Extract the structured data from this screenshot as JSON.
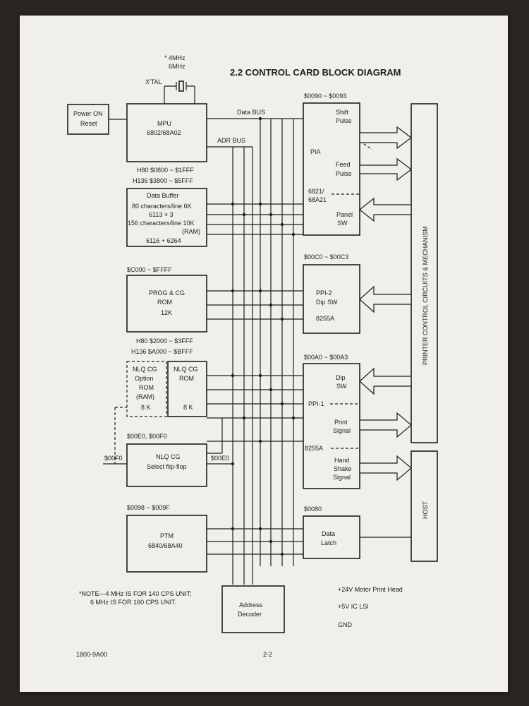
{
  "title": "2.2 CONTROL CARD BLOCK DIAGRAM",
  "crystal": {
    "line1": "* 4MHz",
    "line2": "6MHz",
    "label": "X'TAL"
  },
  "power_on_reset": {
    "line1": "Power ON",
    "line2": "Reset"
  },
  "mpu": {
    "line1": "MPU",
    "line2": "6802/68A02"
  },
  "bus": {
    "data": "Data BUS",
    "adr": "ADR BUS"
  },
  "ram_addr": {
    "line1": "H80 $0800 ~ $1FFF",
    "line2": "H136 $3800 ~ $5FFF"
  },
  "data_buffer": {
    "l1": "Data Buffer",
    "l2": "80 characters/line  6K",
    "l3": "6113 × 3",
    "l4": "156 characters/line 10K",
    "l5": "(RAM)",
    "l6": "6116 + 6264"
  },
  "prog_addr": "$C000 ~ $FFFF",
  "prog_rom": {
    "l1": "PROG & CG",
    "l2": "ROM",
    "l3": "12K"
  },
  "nlq_addr": {
    "line1": "H80 $2000 ~ $3FFF",
    "line2": "H136 $A000 ~ $BFFF"
  },
  "nlq_option": {
    "l1": "NLQ CG",
    "l2": "Option",
    "l3": "ROM",
    "l4": "(RAM)",
    "l5": "8 K"
  },
  "nlq_rom": {
    "l1": "NLQ CG",
    "l2": "ROM",
    "l3": "8 K"
  },
  "flip_addr": "$00E0, $00F0",
  "flip_flop": {
    "l1": "NLQ CG",
    "l2": "Select flip-flop",
    "left": "$00F0",
    "right": "$00E0"
  },
  "ptm_addr": "$0098 ~ $009F",
  "ptm": {
    "l1": "PTM",
    "l2": "6840/68A40"
  },
  "note": {
    "l1": "*NOTE—4 MHz IS FOR 140 CPS UNIT;",
    "l2": "6 MHz IS FOR 160 CPS UNIT."
  },
  "decoder": {
    "l1": "Address",
    "l2": "Decoder"
  },
  "pia_addr": "$0090 ~ $0093",
  "pia": {
    "shift1": "Shift",
    "shift2": "Pulse",
    "name": "PIA",
    "feed1": "Feed",
    "feed2": "Pulse",
    "chip1": "6821/",
    "chip2": "68A21",
    "panel1": "Panel",
    "panel2": "SW"
  },
  "ppi2_addr": "$00C0 ~ $00C3",
  "ppi2": {
    "l1": "PPI-2",
    "l2": "Dip  SW",
    "l3": "8255A"
  },
  "ppi1_addr": "$00A0 ~ $00A3",
  "ppi1": {
    "dip1": "Dip",
    "dip2": "SW",
    "name": "PPI-1",
    "print1": "Print",
    "print2": "Signal",
    "chip": "8255A",
    "hand1": "Hand",
    "hand2": "Shake",
    "hand3": "Signal"
  },
  "latch_addr": "$0080",
  "latch": {
    "l1": "Data",
    "l2": "Latch"
  },
  "printer_box": "PRINTER CONTROL CIRCUITS & MECHANISM",
  "host_box": "HOST",
  "power": {
    "l1": "+24V   Motor Print Head",
    "l2": "+5V   IC LSI",
    "l3": "GND"
  },
  "footer": {
    "left": "1800-9A00",
    "center": "2-2"
  },
  "colors": {
    "paper": "#f1efe9",
    "ink": "#1e1e1e",
    "background": "#2a2522"
  }
}
